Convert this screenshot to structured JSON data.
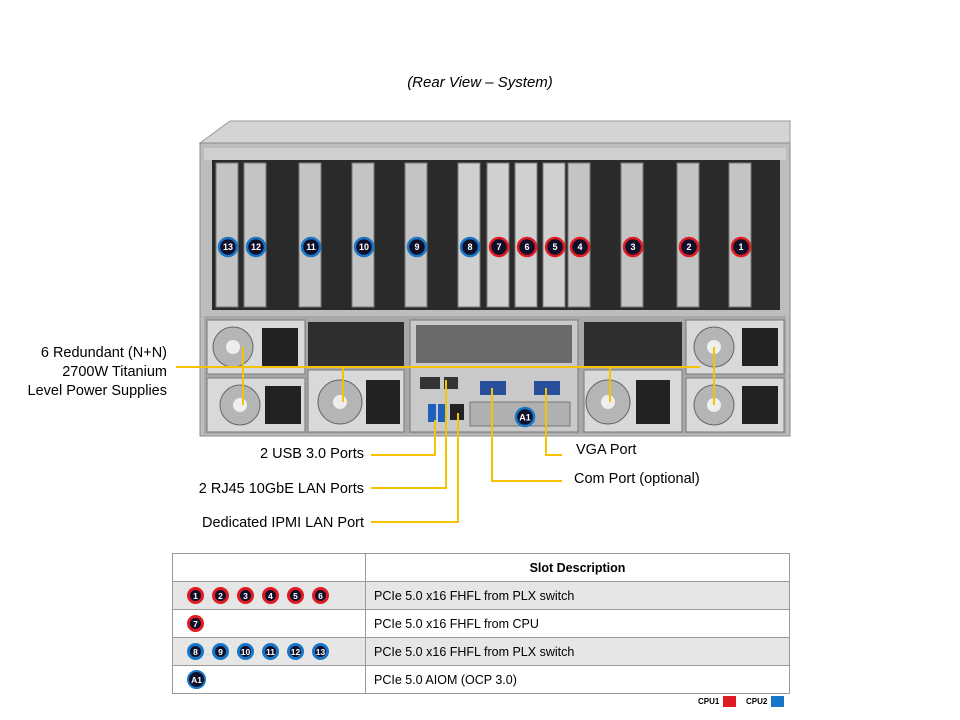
{
  "caption": "(Rear View – System)",
  "callouts": {
    "power_line1": "6 Redundant (N+N)",
    "power_line2": "2700W Titanium",
    "power_line3": "Level Power Supplies",
    "usb": "2 USB 3.0 Ports",
    "lan": "2 RJ45 10GbE LAN Ports",
    "ipmi": "Dedicated IPMI LAN Port",
    "vga": "VGA Port",
    "com": "Com Port (optional)"
  },
  "slot_labels": [
    {
      "label": "13",
      "cpu": "CPU2"
    },
    {
      "label": "12",
      "cpu": "CPU2"
    },
    {
      "label": "11",
      "cpu": "CPU2"
    },
    {
      "label": "10",
      "cpu": "CPU2"
    },
    {
      "label": "9",
      "cpu": "CPU2"
    },
    {
      "label": "8",
      "cpu": "CPU2"
    },
    {
      "label": "7",
      "cpu": "CPU1"
    },
    {
      "label": "6",
      "cpu": "CPU1"
    },
    {
      "label": "5",
      "cpu": "CPU1"
    },
    {
      "label": "4",
      "cpu": "CPU1"
    },
    {
      "label": "3",
      "cpu": "CPU1"
    },
    {
      "label": "2",
      "cpu": "CPU1"
    },
    {
      "label": "1",
      "cpu": "CPU1"
    }
  ],
  "aiom_label": "A1",
  "table": {
    "header": "Slot Description",
    "rows": [
      {
        "badges": [
          "1",
          "2",
          "3",
          "4",
          "5",
          "6"
        ],
        "cpu": "CPU1",
        "description": "PCIe 5.0 x16 FHFL from PLX switch"
      },
      {
        "badges": [
          "7"
        ],
        "cpu": "CPU1",
        "description": "PCIe 5.0 x16 FHFL from CPU"
      },
      {
        "badges": [
          "8",
          "9",
          "10",
          "11",
          "12",
          "13"
        ],
        "cpu": "CPU2",
        "description": "PCIe 5.0 x16 FHFL from PLX switch"
      },
      {
        "badges": [
          "A1"
        ],
        "cpu": "none",
        "description": "PCIe 5.0 AIOM (OCP 3.0)"
      }
    ]
  },
  "legend": [
    {
      "label": "CPU1",
      "color": "#e11b22"
    },
    {
      "label": "CPU2",
      "color": "#1676c8"
    }
  ],
  "colors": {
    "callout_line": "#f5c400",
    "cpu1": "#e11b22",
    "cpu2": "#1676c8",
    "badge_fill": "#0f0f2a"
  }
}
